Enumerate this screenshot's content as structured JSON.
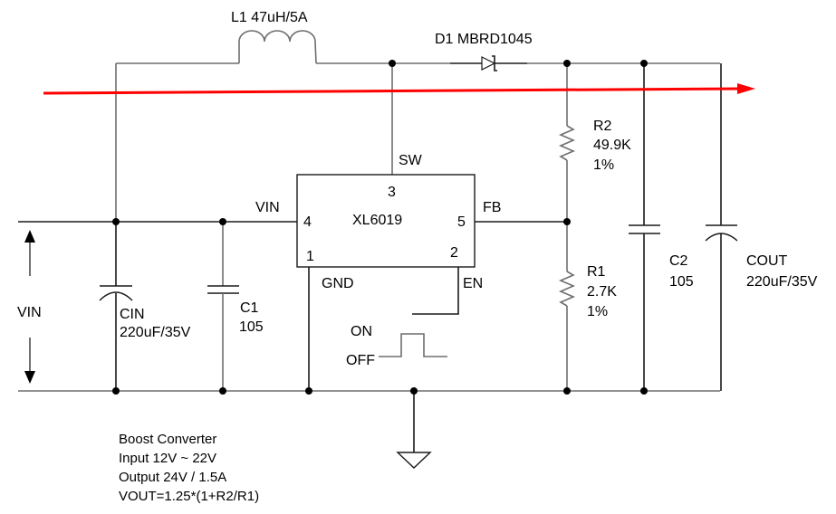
{
  "title": "Boost Converter",
  "colors": {
    "wire": "#1a1a1a",
    "current_arrow": "#ff0000",
    "text": "#000000"
  },
  "components": {
    "inductor": {
      "ref": "L1",
      "value": "47uH/5A",
      "label": "L1 47uH/5A"
    },
    "diode": {
      "ref": "D1",
      "part": "MBRD1045",
      "label": "D1 MBRD1045"
    },
    "ic": {
      "part": "XL6019",
      "pins": [
        {
          "number": "1",
          "name": "GND"
        },
        {
          "number": "2",
          "name": "EN"
        },
        {
          "number": "3",
          "name": "SW"
        },
        {
          "number": "4",
          "name": "VIN"
        },
        {
          "number": "5",
          "name": "FB"
        }
      ]
    },
    "r2": {
      "ref": "R2",
      "value": "49.9K",
      "tolerance": "1%"
    },
    "r1": {
      "ref": "R1",
      "value": "2.7K",
      "tolerance": "1%"
    },
    "c1": {
      "ref": "C1",
      "value": "105"
    },
    "c2": {
      "ref": "C2",
      "value": "105"
    },
    "cin": {
      "ref": "CIN",
      "value": "220uF/35V"
    },
    "cout": {
      "ref": "COUT",
      "value": "220uF/35V"
    }
  },
  "labels": {
    "vin": "VIN",
    "en_on": "ON",
    "en_off": "OFF"
  },
  "notes": [
    "Boost Converter",
    "Input 12V ~ 22V",
    "Output 24V / 1.5A",
    "VOUT=1.25*(1+R2/R1)"
  ]
}
